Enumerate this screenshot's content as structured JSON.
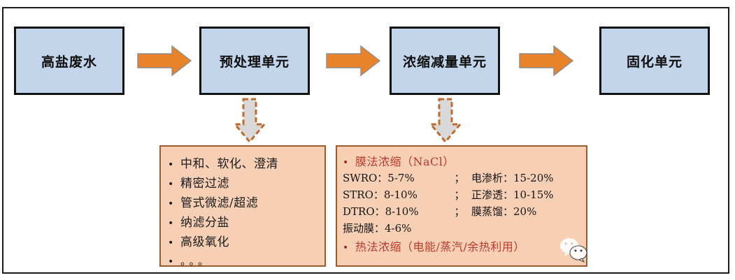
{
  "diagram": {
    "stages": [
      {
        "id": "stage-1",
        "label": "高盐废水"
      },
      {
        "id": "stage-2",
        "label": "预处理单元"
      },
      {
        "id": "stage-3",
        "label": "浓缩减量单元"
      },
      {
        "id": "stage-4",
        "label": "固化单元"
      }
    ],
    "flow_arrows": [
      {
        "id": "flow-arrow-1",
        "name": "arrow-right-icon"
      },
      {
        "id": "flow-arrow-2",
        "name": "arrow-right-icon"
      },
      {
        "id": "flow-arrow-3",
        "name": "arrow-right-icon"
      }
    ],
    "dashed_arrows": [
      {
        "id": "dashed-arrow-1",
        "name": "arrow-down-dashed-icon"
      },
      {
        "id": "dashed-arrow-2",
        "name": "arrow-down-dashed-icon"
      }
    ],
    "detail_left": {
      "bullets": [
        "中和、软化、澄清",
        "精密过滤",
        "管式微滤/超滤",
        "纳滤分盐",
        "高级氧化",
        "。。。"
      ]
    },
    "detail_right": {
      "heading_membrane": "膜法浓缩（NaCl）",
      "specs": [
        {
          "left": "SWRO：5-7%",
          "sep": "；",
          "right": "电渗析：15-20%"
        },
        {
          "left": "STRO：8-10%",
          "sep": "；",
          "right": "正渗透：10-15%"
        },
        {
          "left": "DTRO：8-10%",
          "sep": "；",
          "right": "膜蒸馏：20%"
        }
      ],
      "spec_single": "振动膜：4-6%",
      "heading_thermal": "热法浓缩（电能/蒸汽/余热利用）"
    },
    "colors": {
      "stage_fill": "#c3d5ea",
      "stage_border": "#121212",
      "arrow_fill": "#e8832a",
      "arrow_border": "#8c8c8c",
      "detail_fill": "#f7cfb5",
      "detail_border": "#9c5b2d",
      "red_text": "#c0392b",
      "dashed_arrow_fill": "#d9d9d9",
      "dashed_arrow_border": "#c06a2e"
    },
    "watermark": {
      "name": "wechat-logo-watermark"
    }
  }
}
